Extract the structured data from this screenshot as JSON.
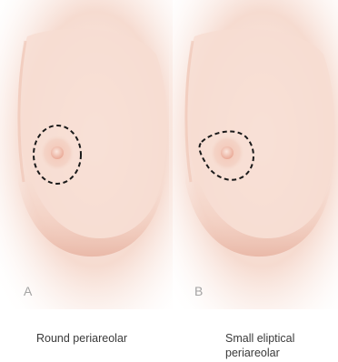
{
  "panels": [
    {
      "letter": "A",
      "caption_lines": [
        "Round periareolar"
      ],
      "incision_shape": "circle"
    },
    {
      "letter": "B",
      "caption_lines": [
        "Small eliptical",
        "periareolar"
      ],
      "incision_shape": "ellipse"
    }
  ],
  "colors": {
    "skin_light": "#fbe9e1",
    "skin_mid": "#f2cfc2",
    "skin_shadow": "#e8b6a5",
    "areola": "#f0c0b0",
    "incision_line": "#1a1a1a",
    "caption_text": "#3a3a3a",
    "letter_text": "#a3a3a3"
  }
}
